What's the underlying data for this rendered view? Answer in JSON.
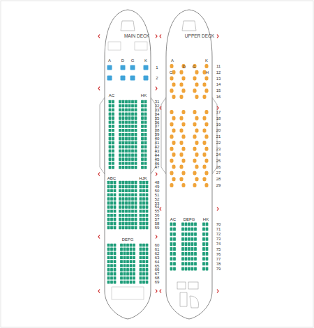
{
  "diagram": {
    "labels": [
      "MAIN DECK",
      "UPPER DECK",
      "A",
      "D",
      "G",
      "K",
      "1",
      "2",
      "AC",
      "HK",
      "31",
      "32",
      "33",
      "34",
      "35",
      "36",
      "37",
      "38",
      "39",
      "40",
      "41",
      "42",
      "43",
      "44",
      "45",
      "46",
      "47",
      "ABC",
      "HJK",
      "48",
      "49",
      "50",
      "51",
      "52",
      "53",
      "54",
      "55",
      "56",
      "57",
      "58",
      "59",
      "DEFG",
      "60",
      "61",
      "62",
      "63",
      "64",
      "65",
      "66",
      "67",
      "68",
      "69",
      "A",
      "D",
      "G",
      "K",
      "C",
      "H",
      "11",
      "12",
      "13",
      "14",
      "15",
      "16",
      "17",
      "18",
      "19",
      "20",
      "21",
      "22",
      "23",
      "24",
      "25",
      "26",
      "27",
      "28",
      "29",
      "AC",
      "DEFG",
      "HK",
      "70",
      "71",
      "72",
      "73",
      "74",
      "75",
      "76",
      "77",
      "78",
      "79"
    ]
  }
}
